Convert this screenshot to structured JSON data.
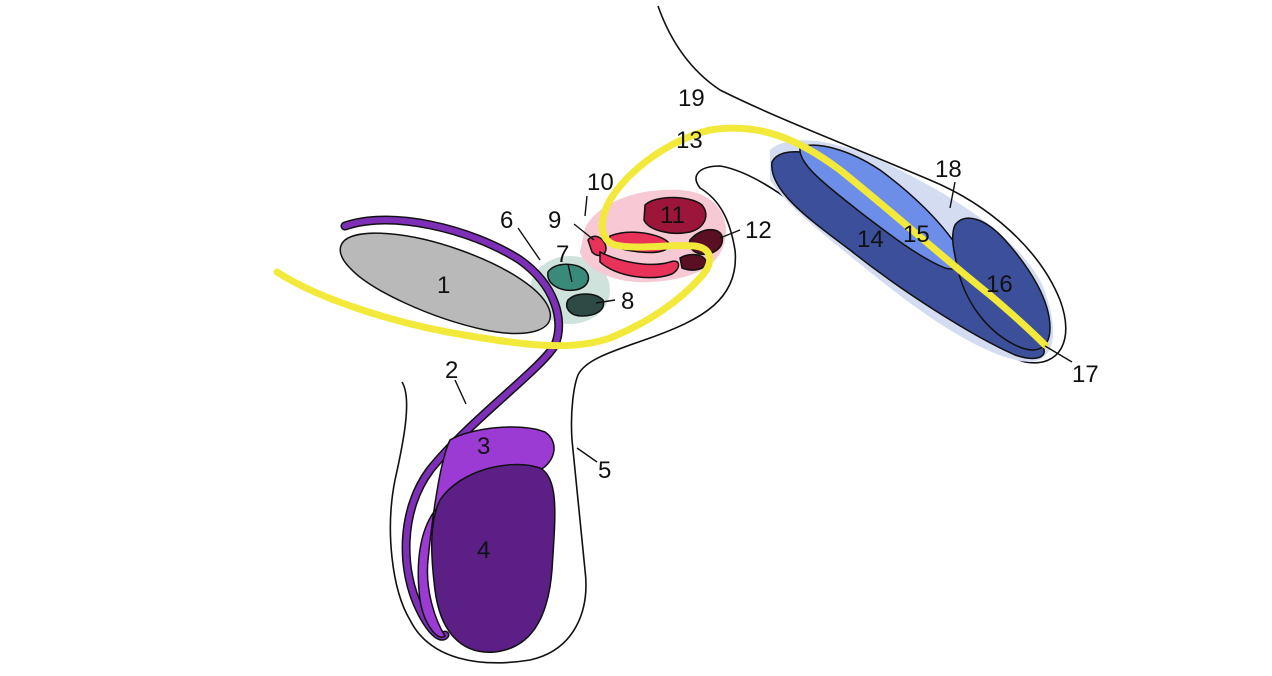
{
  "labels": {
    "l1": "1",
    "l2": "2",
    "l3": "3",
    "l4": "4",
    "l5": "5",
    "l6": "6",
    "l7": "7",
    "l8": "8",
    "l9": "9",
    "l10": "10",
    "l11": "11",
    "l12": "12",
    "l13": "13",
    "l14": "14",
    "l15": "15",
    "l16": "16",
    "l17": "17",
    "l18": "18",
    "l19": "19"
  },
  "colors": {
    "background": "#ffffff",
    "yellow_line": "#f2e93a",
    "gray_organ": "#b9b9b9",
    "purple_dark": "#5b1f86",
    "purple_mid": "#7d2fb8",
    "purple_light": "#9b3bd4",
    "teal": "#3a8a7a",
    "teal_halo": "#cfe3dc",
    "dark_slate": "#2e4a45",
    "crimson": "#e8325a",
    "maroon": "#9b1638",
    "dark_maroon": "#5a0f22",
    "pink_halo": "#f6c9d4",
    "navy": "#3b4f9a",
    "blue_light": "#6d8ee8",
    "blue_halo": "#d4dcf2"
  }
}
